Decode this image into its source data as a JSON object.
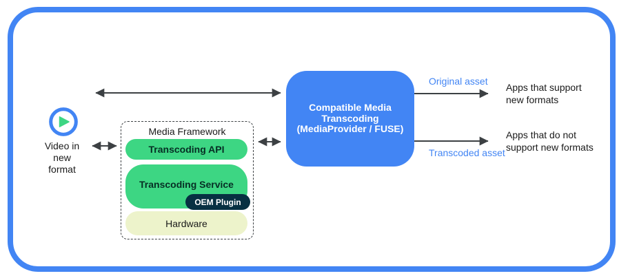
{
  "source": {
    "icon": "play-icon",
    "label_lines": [
      "Video in",
      "new",
      "format"
    ]
  },
  "media_framework": {
    "title": "Media Framework",
    "boxes": [
      {
        "label": "Transcoding API"
      },
      {
        "label": "Transcoding Service",
        "badge": "OEM Plugin"
      },
      {
        "label": "Hardware"
      }
    ]
  },
  "transcoder": {
    "lines": [
      "Compatible Media",
      "Transcoding",
      "(MediaProvider / FUSE)"
    ]
  },
  "outputs": {
    "top": {
      "arrow_label": "Original asset",
      "target_lines": [
        "Apps that support",
        "new formats"
      ]
    },
    "bottom": {
      "arrow_label": "Transcoded asset",
      "target_lines": [
        "Apps that do not",
        "support new formats"
      ]
    }
  },
  "colors": {
    "frame_blue": "#4285F4",
    "transcoder_blue": "#4285F4",
    "green": "#3DD683",
    "oem_navy": "#073042",
    "hardware_light_green": "#EDF3CB",
    "arrow_gray": "#3C4043",
    "asset_label_blue": "#4285F4",
    "text_dark": "#1A1A1A"
  }
}
